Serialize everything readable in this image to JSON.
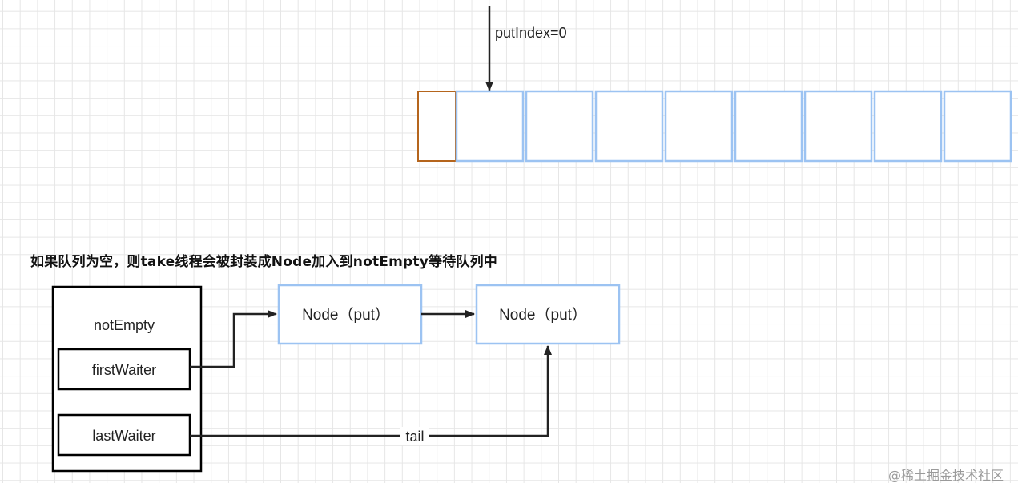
{
  "pointer": {
    "label": "putIndex=0"
  },
  "array": {
    "empty_cell_count": 8
  },
  "heading": "如果队列为空，则take线程会被封装成Node加入到notEmpty等待队列中",
  "condition": {
    "title": "notEmpty",
    "first_waiter": "firstWaiter",
    "last_waiter": "lastWaiter"
  },
  "nodes": [
    {
      "label": "Node（put）"
    },
    {
      "label": "Node（put）"
    }
  ],
  "edges": {
    "tail_label": "tail"
  },
  "watermark": "@稀土掘金技术社区",
  "colors": {
    "array_first_cell": "#b5651d",
    "array_cell": "#9cc3f2",
    "node_border": "#9cc3f2",
    "box_border": "#000000",
    "arrow": "#222222"
  }
}
